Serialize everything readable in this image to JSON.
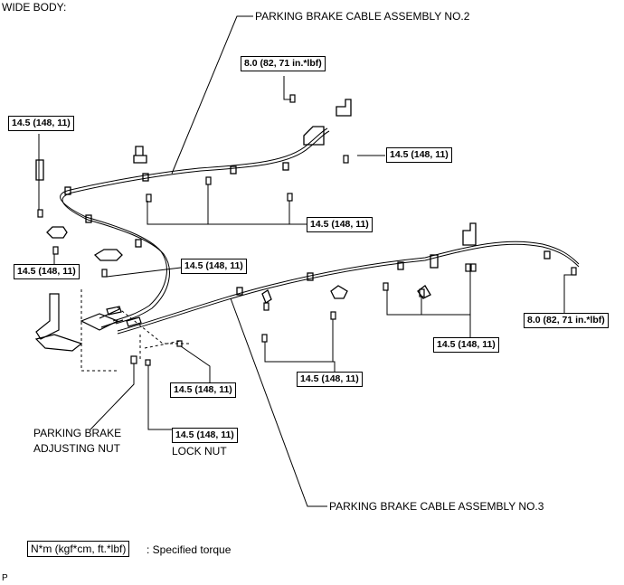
{
  "header": "WIDE BODY:",
  "cables": {
    "no2": "PARKING BRAKE CABLE ASSEMBLY NO.2",
    "no3": "PARKING BRAKE CABLE ASSEMBLY NO.3"
  },
  "torques": {
    "t1": "8.0 (82, 71 in.*lbf)",
    "t2": "14.5 (148, 11)",
    "t3": "14.5 (148, 11)",
    "t4": "14.5 (148, 11)",
    "t5": "14.5 (148, 11)",
    "t6": "14.5 (148, 11)",
    "t7": "8.0 (82, 71 in.*lbf)",
    "t8": "14.5 (148, 11)",
    "t9": "14.5 (148, 11)",
    "t10": "14.5 (148, 11)",
    "t11": "14.5 (148, 11)"
  },
  "labels": {
    "adjusting_nut_line1": "PARKING BRAKE",
    "adjusting_nut_line2": "ADJUSTING NUT",
    "lock_nut": "LOCK NUT"
  },
  "legend": {
    "unit": "N*m (kgf*cm, ft.*lbf)",
    "text": ": Specified torque"
  },
  "footer_mark": "P"
}
